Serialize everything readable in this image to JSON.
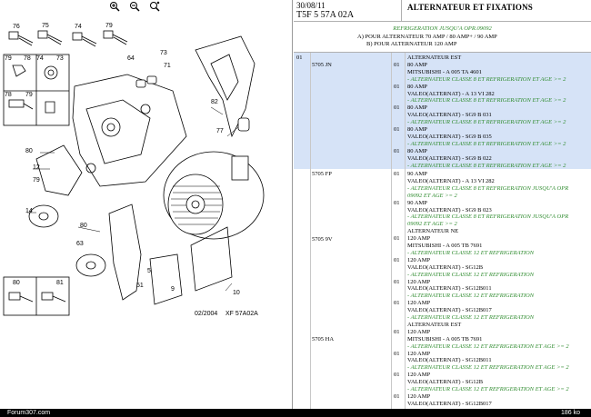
{
  "toolbar": {
    "zoom_in": "zoom-in-icon",
    "zoom_out": "zoom-out-icon",
    "zoom_fit": "zoom-fit-icon"
  },
  "diagram": {
    "callouts": [
      "76",
      "75",
      "74",
      "79",
      "78",
      "80",
      "12",
      "79",
      "73",
      "64",
      "71",
      "82",
      "77",
      "14",
      "63",
      "80",
      "81",
      "5",
      "9",
      "10",
      "51",
      "80",
      "81"
    ],
    "footer_code": "02/2004",
    "footer_ref": "XF 57A02A"
  },
  "header": {
    "date": "30/08/11",
    "code": "T5F 5 57A 02A",
    "title": "ALTERNATEUR ET FIXATIONS"
  },
  "subheader": {
    "refrig": "REFRIGERATION JUSQU'A OPR.09092",
    "line1": "A) POUR ALTERNATEUR 70 AMP / 80 AMP+ / 90 AMP",
    "line2": "B) POUR ALTERNATEUR 120 AMP"
  },
  "rows": [
    {
      "top": "01",
      "lines": [
        {
          "t": "ALTERNATEUR EST",
          "q": ""
        },
        {
          "t": "80 AMP",
          "q": "01"
        },
        {
          "t": "MITSUBISHI - A 005 TA 4601",
          "q": ""
        },
        {
          "t": "- ALTERNATEUR CLASSE 8 ET REFRIGERATION ET AGE >= 2",
          "q": "",
          "g": true
        },
        {
          "t": "80 AMP",
          "q": "01"
        },
        {
          "t": "VALEO(ALTERNAT) - A 13 VI 282",
          "q": ""
        },
        {
          "t": "- ALTERNATEUR CLASSE 8 ET REFRIGERATION ET AGE >= 2",
          "q": "",
          "g": true
        },
        {
          "t": "80 AMP",
          "q": "01"
        },
        {
          "t": "VALEO(ALTERNAT) - SG9 B 031",
          "q": ""
        },
        {
          "t": "- ALTERNATEUR CLASSE 8 ET REFRIGERATION ET AGE >= 2",
          "q": "",
          "g": true
        },
        {
          "t": "80 AMP",
          "q": "01"
        },
        {
          "t": "VALEO(ALTERNAT) - SG9 B 035",
          "q": ""
        },
        {
          "t": "- ALTERNATEUR CLASSE 8 ET REFRIGERATION ET AGE >= 2",
          "q": "",
          "g": true
        },
        {
          "t": "80 AMP",
          "q": "01"
        },
        {
          "t": "VALEO(ALTERNAT) - SG9 B 022",
          "q": ""
        },
        {
          "t": "- ALTERNATEUR CLASSE 8 ET REFRIGERATION ET AGE >= 2",
          "q": "",
          "g": true
        }
      ]
    }
  ],
  "refs": [
    "5705 JN",
    "5705 FP",
    "5705 9V",
    "5705 HA"
  ],
  "rows2": [
    {
      "t": "90 AMP",
      "q": "01"
    },
    {
      "t": "VALEO(ALTERNAT) - A 13 VI 282",
      "q": ""
    },
    {
      "t": "- ALTERNATEUR CLASSE 8 ET REFRIGERATION JUSQU'A OPR",
      "q": "",
      "g": true
    },
    {
      "t": "09092 ET AGE >= 2",
      "q": "",
      "g": true
    },
    {
      "t": "90 AMP",
      "q": "01"
    },
    {
      "t": "VALEO(ALTERNAT) - SG9 B 023",
      "q": ""
    },
    {
      "t": "- ALTERNATEUR CLASSE 8 ET REFRIGERATION JUSQU'A OPR",
      "q": "",
      "g": true
    },
    {
      "t": "09092 ET AGE >= 2",
      "q": "",
      "g": true
    },
    {
      "t": "ALTERNATEUR NE",
      "q": ""
    },
    {
      "t": "120 AMP",
      "q": "01"
    },
    {
      "t": "MITSUBISHI - A 005 TB 7691",
      "q": ""
    },
    {
      "t": "- ALTERNATEUR CLASSE 12 ET REFRIGERATION",
      "q": "",
      "g": true
    },
    {
      "t": "120 AMP",
      "q": "01"
    },
    {
      "t": "VALEO(ALTERNAT) - SG12B",
      "q": ""
    },
    {
      "t": "- ALTERNATEUR CLASSE 12 ET REFRIGERATION",
      "q": "",
      "g": true
    },
    {
      "t": "120 AMP",
      "q": "01"
    },
    {
      "t": "VALEO(ALTERNAT) - SG12B011",
      "q": ""
    },
    {
      "t": "- ALTERNATEUR CLASSE 12 ET REFRIGERATION",
      "q": "",
      "g": true
    },
    {
      "t": "120 AMP",
      "q": "01"
    },
    {
      "t": "VALEO(ALTERNAT) - SG12B017",
      "q": ""
    },
    {
      "t": "- ALTERNATEUR CLASSE 12 ET REFRIGERATION",
      "q": "",
      "g": true
    },
    {
      "t": "ALTERNATEUR EST",
      "q": ""
    },
    {
      "t": "120 AMP",
      "q": "01"
    },
    {
      "t": "MITSUBISHI - A 005 TB 7691",
      "q": ""
    },
    {
      "t": "- ALTERNATEUR CLASSE 12 ET REFRIGERATION ET AGE >= 2",
      "q": "",
      "g": true
    },
    {
      "t": "120 AMP",
      "q": "01"
    },
    {
      "t": "VALEO(ALTERNAT) - SG12B011",
      "q": ""
    },
    {
      "t": "- ALTERNATEUR CLASSE 12 ET REFRIGERATION ET AGE >= 2",
      "q": "",
      "g": true
    },
    {
      "t": "120 AMP",
      "q": "01"
    },
    {
      "t": "VALEO(ALTERNAT) - SG12B",
      "q": ""
    },
    {
      "t": "- ALTERNATEUR CLASSE 12 ET REFRIGERATION ET AGE >= 2",
      "q": "",
      "g": true
    },
    {
      "t": "120 AMP",
      "q": "01"
    },
    {
      "t": "VALEO(ALTERNAT) - SG12B017",
      "q": ""
    }
  ],
  "status": {
    "site": "Forum307.com",
    "size": "186 ko"
  }
}
